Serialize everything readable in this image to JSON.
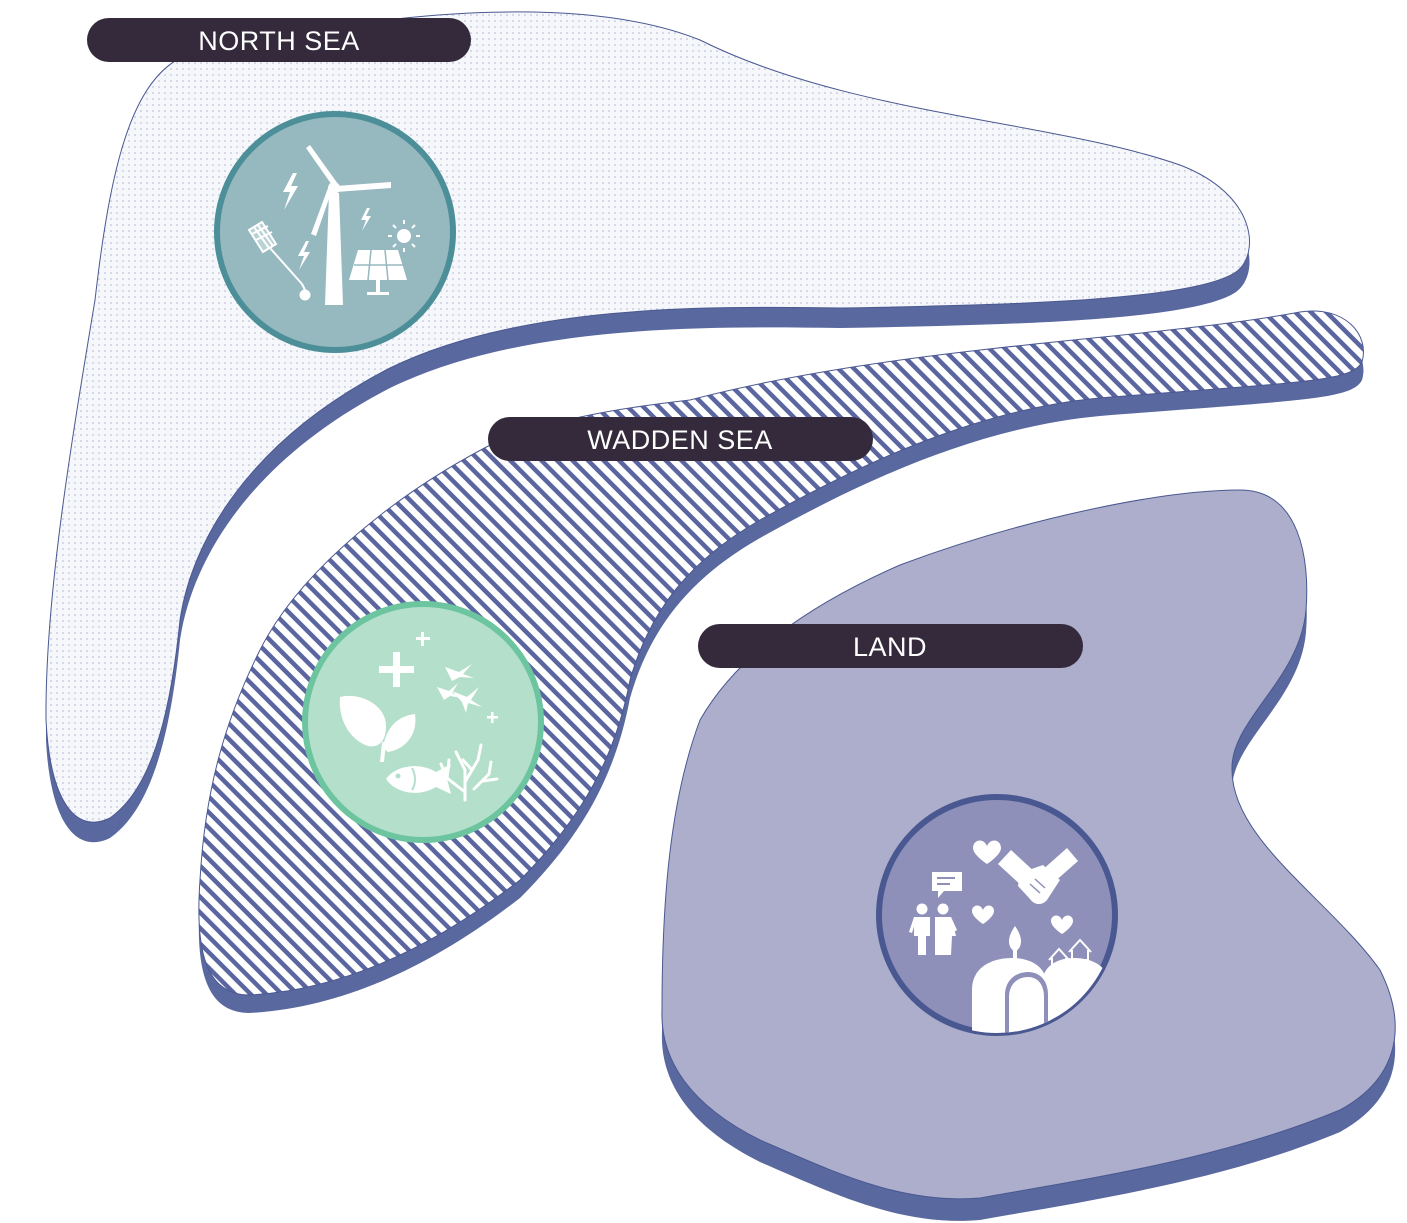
{
  "regions": [
    {
      "id": "north-sea",
      "label": "NORTH SEA",
      "pattern": "dots",
      "icon_theme": "energy",
      "icons": [
        "wind-turbine-icon",
        "solar-panel-icon",
        "lightning-icon",
        "sun-icon",
        "fishing-net-icon"
      ]
    },
    {
      "id": "wadden-sea",
      "label": "WADDEN SEA",
      "pattern": "diagonal-stripes",
      "icon_theme": "nature",
      "icons": [
        "leaf-icon",
        "bird-icon",
        "fish-icon",
        "coral-icon",
        "plus-icon"
      ]
    },
    {
      "id": "land",
      "label": "LAND",
      "pattern": "solid",
      "icon_theme": "community",
      "icons": [
        "handshake-icon",
        "heart-icon",
        "people-icon",
        "speech-bubble-icon",
        "houses-icon",
        "dike-icon"
      ]
    }
  ],
  "colors": {
    "edge": "#59689e",
    "outline": "#4a5891",
    "north_sea_fill": "#f6f7fb",
    "dot": "#aab0cf",
    "stripe": "#5b66a1",
    "land_fill": "#acaecb",
    "label_bg": "#342a3b",
    "energy_circle": "#96b8bf",
    "energy_ring": "#4d8f98",
    "nature_circle": "#b3dfcb",
    "nature_ring": "#6cc59f",
    "community_circle": "#8e90b9",
    "community_ring": "#4a5891"
  }
}
